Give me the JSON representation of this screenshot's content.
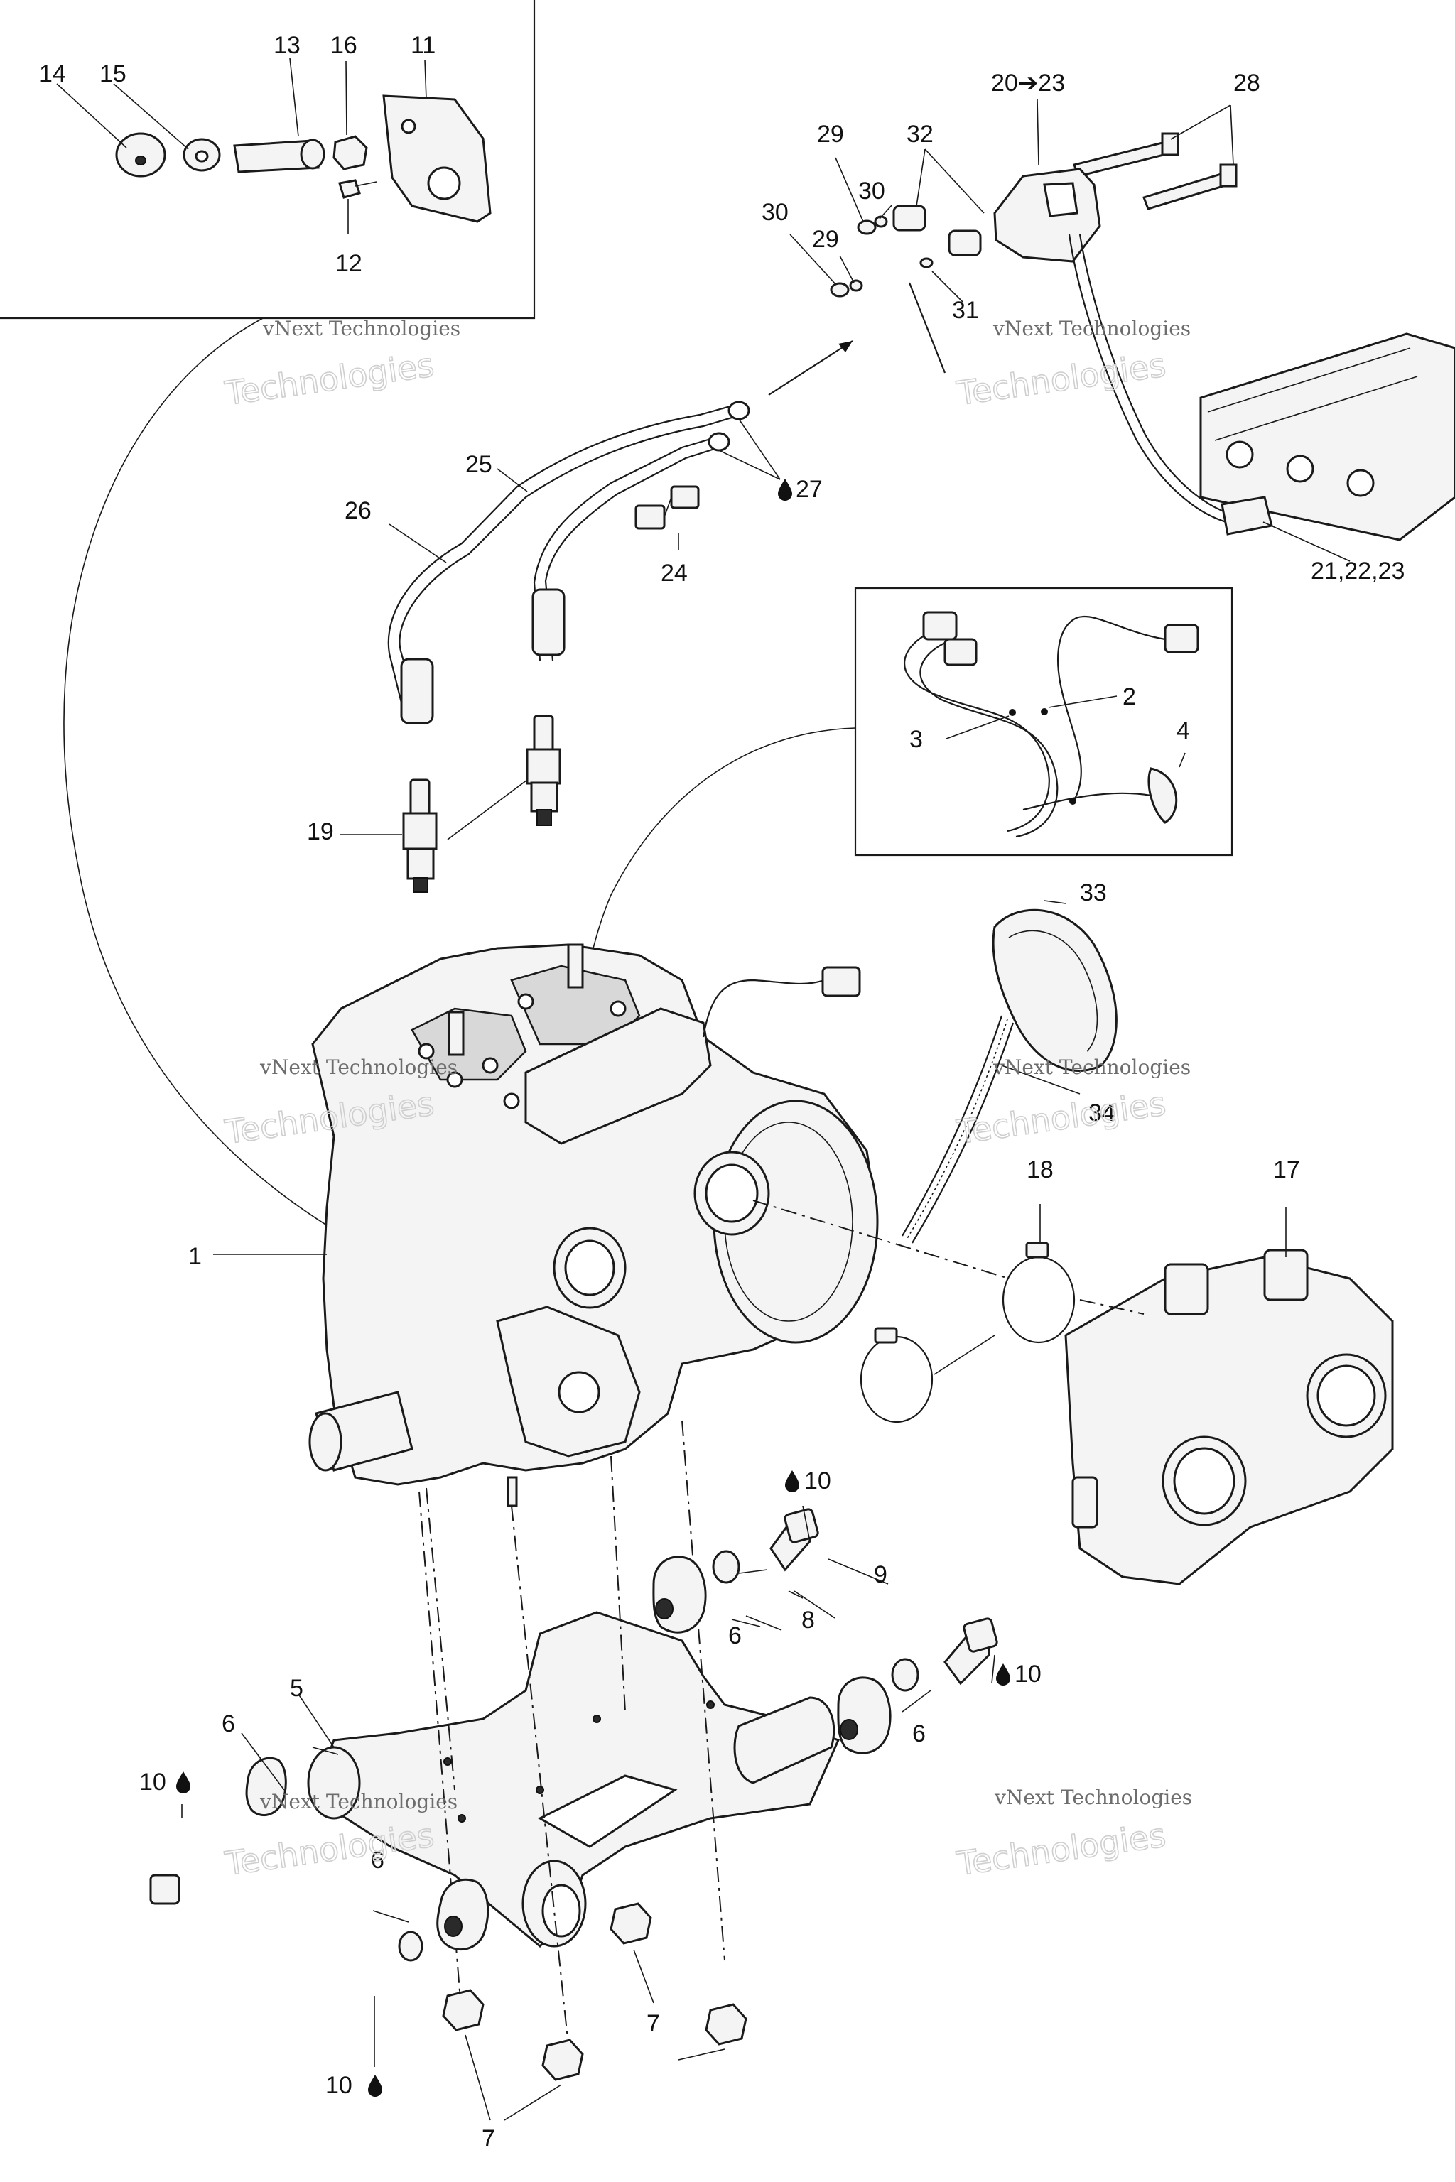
{
  "labels": {
    "l1": "1",
    "l2": "2",
    "l3": "3",
    "l4": "4",
    "l5": "5",
    "l6a": "6",
    "l6b": "6",
    "l6c": "6",
    "l6d": "6",
    "l7a": "7",
    "l7b": "7",
    "l8": "8",
    "l9": "9",
    "l10a": "10",
    "l10b": "10",
    "l10c": "10",
    "l10d": "10",
    "l11": "11",
    "l12": "12",
    "l13": "13",
    "l14": "14",
    "l15": "15",
    "l16": "16",
    "l17": "17",
    "l18": "18",
    "l19": "19",
    "l20": "20➔23",
    "l21": "21,22,23",
    "l24": "24",
    "l25": "25",
    "l26": "26",
    "l27": "27",
    "l28": "28",
    "l29a": "29",
    "l29b": "29",
    "l30a": "30",
    "l30b": "30",
    "l31": "31",
    "l32": "32",
    "l33": "33",
    "l34": "34"
  },
  "watermark": {
    "line1": "vNext Technologies",
    "line2": "Technologies"
  },
  "icons": {
    "sealant": "drop-icon"
  }
}
